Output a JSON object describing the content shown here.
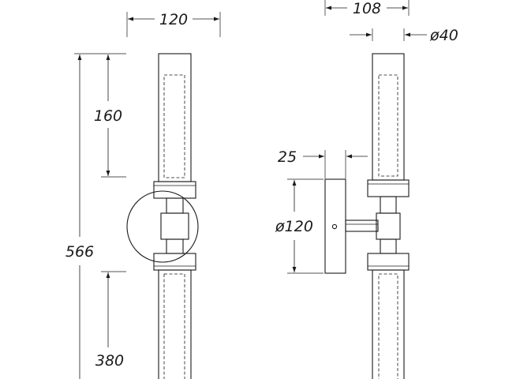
{
  "drawing": {
    "front_view": {
      "width_label": "120",
      "height_label": "566",
      "upper_tube_label": "160",
      "lower_tube_label": "380"
    },
    "side_view": {
      "depth_label": "108",
      "tube_diameter_label": "ø40",
      "plate_thickness_label": "25",
      "plate_diameter_label": "ø120"
    }
  }
}
